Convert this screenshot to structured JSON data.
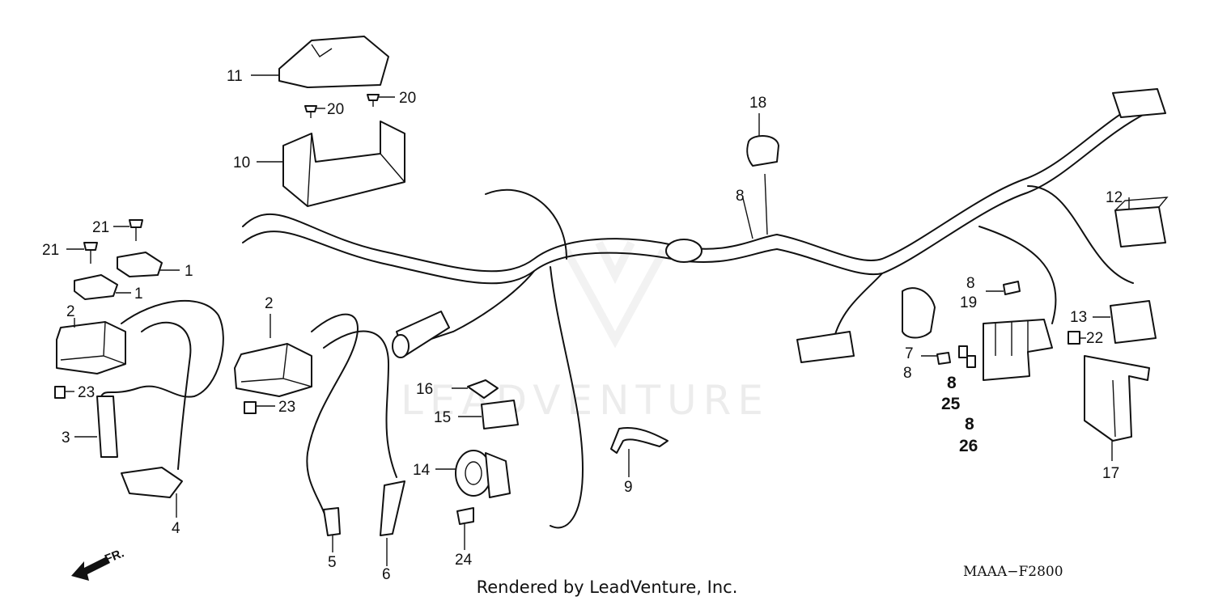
{
  "diagram": {
    "watermark": "LEADVENTURE",
    "footer_text": "Rendered by LeadVenture, Inc.",
    "ref_code": "MAAA−F2800",
    "front_label": "FR.",
    "callouts": {
      "c11": "11",
      "c20a": "20",
      "c20b": "20",
      "c10": "10",
      "c21a": "21",
      "c21b": "21",
      "c1a": "1",
      "c1b": "1",
      "c2a": "2",
      "c23a": "23",
      "c3": "3",
      "c4": "4",
      "c2b": "2",
      "c23b": "23",
      "c5": "5",
      "c6": "6",
      "c16": "16",
      "c15": "15",
      "c14": "14",
      "c24": "24",
      "c9": "9",
      "c18": "18",
      "c8a": "8",
      "c12": "12",
      "c8b": "8",
      "c19": "19",
      "c7": "7",
      "c8c": "8",
      "c8d": "8",
      "c25": "25",
      "c8e": "8",
      "c26": "26",
      "c13": "13",
      "c22": "22",
      "c17": "17"
    }
  }
}
